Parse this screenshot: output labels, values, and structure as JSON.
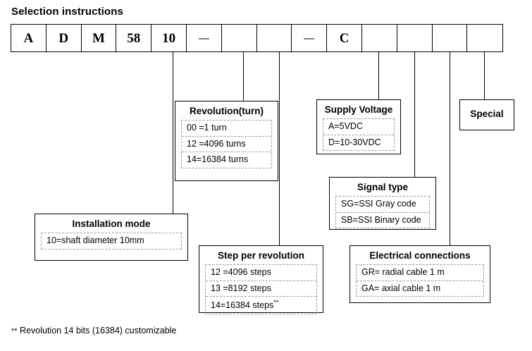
{
  "title": "Selection instructions",
  "code_row": {
    "cells": [
      {
        "value": "A",
        "type": "char"
      },
      {
        "value": "D",
        "type": "char"
      },
      {
        "value": "M",
        "type": "char"
      },
      {
        "value": "58",
        "type": "char"
      },
      {
        "value": "10",
        "type": "char"
      },
      {
        "value": "—",
        "type": "dash"
      },
      {
        "value": "",
        "type": "blank"
      },
      {
        "value": "",
        "type": "blank"
      },
      {
        "value": "—",
        "type": "dash"
      },
      {
        "value": "C",
        "type": "char"
      },
      {
        "value": "",
        "type": "blank"
      },
      {
        "value": "",
        "type": "blank"
      },
      {
        "value": "",
        "type": "blank"
      },
      {
        "value": "",
        "type": "blank"
      }
    ]
  },
  "boxes": {
    "revolution": {
      "title": "Revolution(turn)",
      "options": [
        "00 =1 turn",
        "12 =4096 turns",
        "14=16384 turns"
      ]
    },
    "supply_voltage": {
      "title": "Supply Voltage",
      "options": [
        "A=5VDC",
        "D=10-30VDC"
      ]
    },
    "signal_type": {
      "title": "Signal  type",
      "options": [
        "SG=SSI Gray code",
        "SB=SSI Binary code"
      ]
    },
    "special": {
      "title": "Special"
    },
    "installation_mode": {
      "title": "Installation  mode",
      "options": [
        "10=shaft diameter 10mm"
      ]
    },
    "step_per_revolution": {
      "title": "Step per revolution",
      "options": [
        "12 =4096 steps",
        "13 =8192 steps",
        "14=16384 steps"
      ],
      "last_option_marker": "**"
    },
    "electrical_connections": {
      "title": "Electrical  connections",
      "options": [
        "GR= radial cable 1 m",
        "GA= axial cable 1 m"
      ]
    }
  },
  "footnote": {
    "marker": "**",
    "text": " Revolution 14 bits (16384) customizable"
  },
  "colors": {
    "line": "#000000",
    "dashed_border": "#9a9a9a",
    "background": "#ffffff"
  }
}
